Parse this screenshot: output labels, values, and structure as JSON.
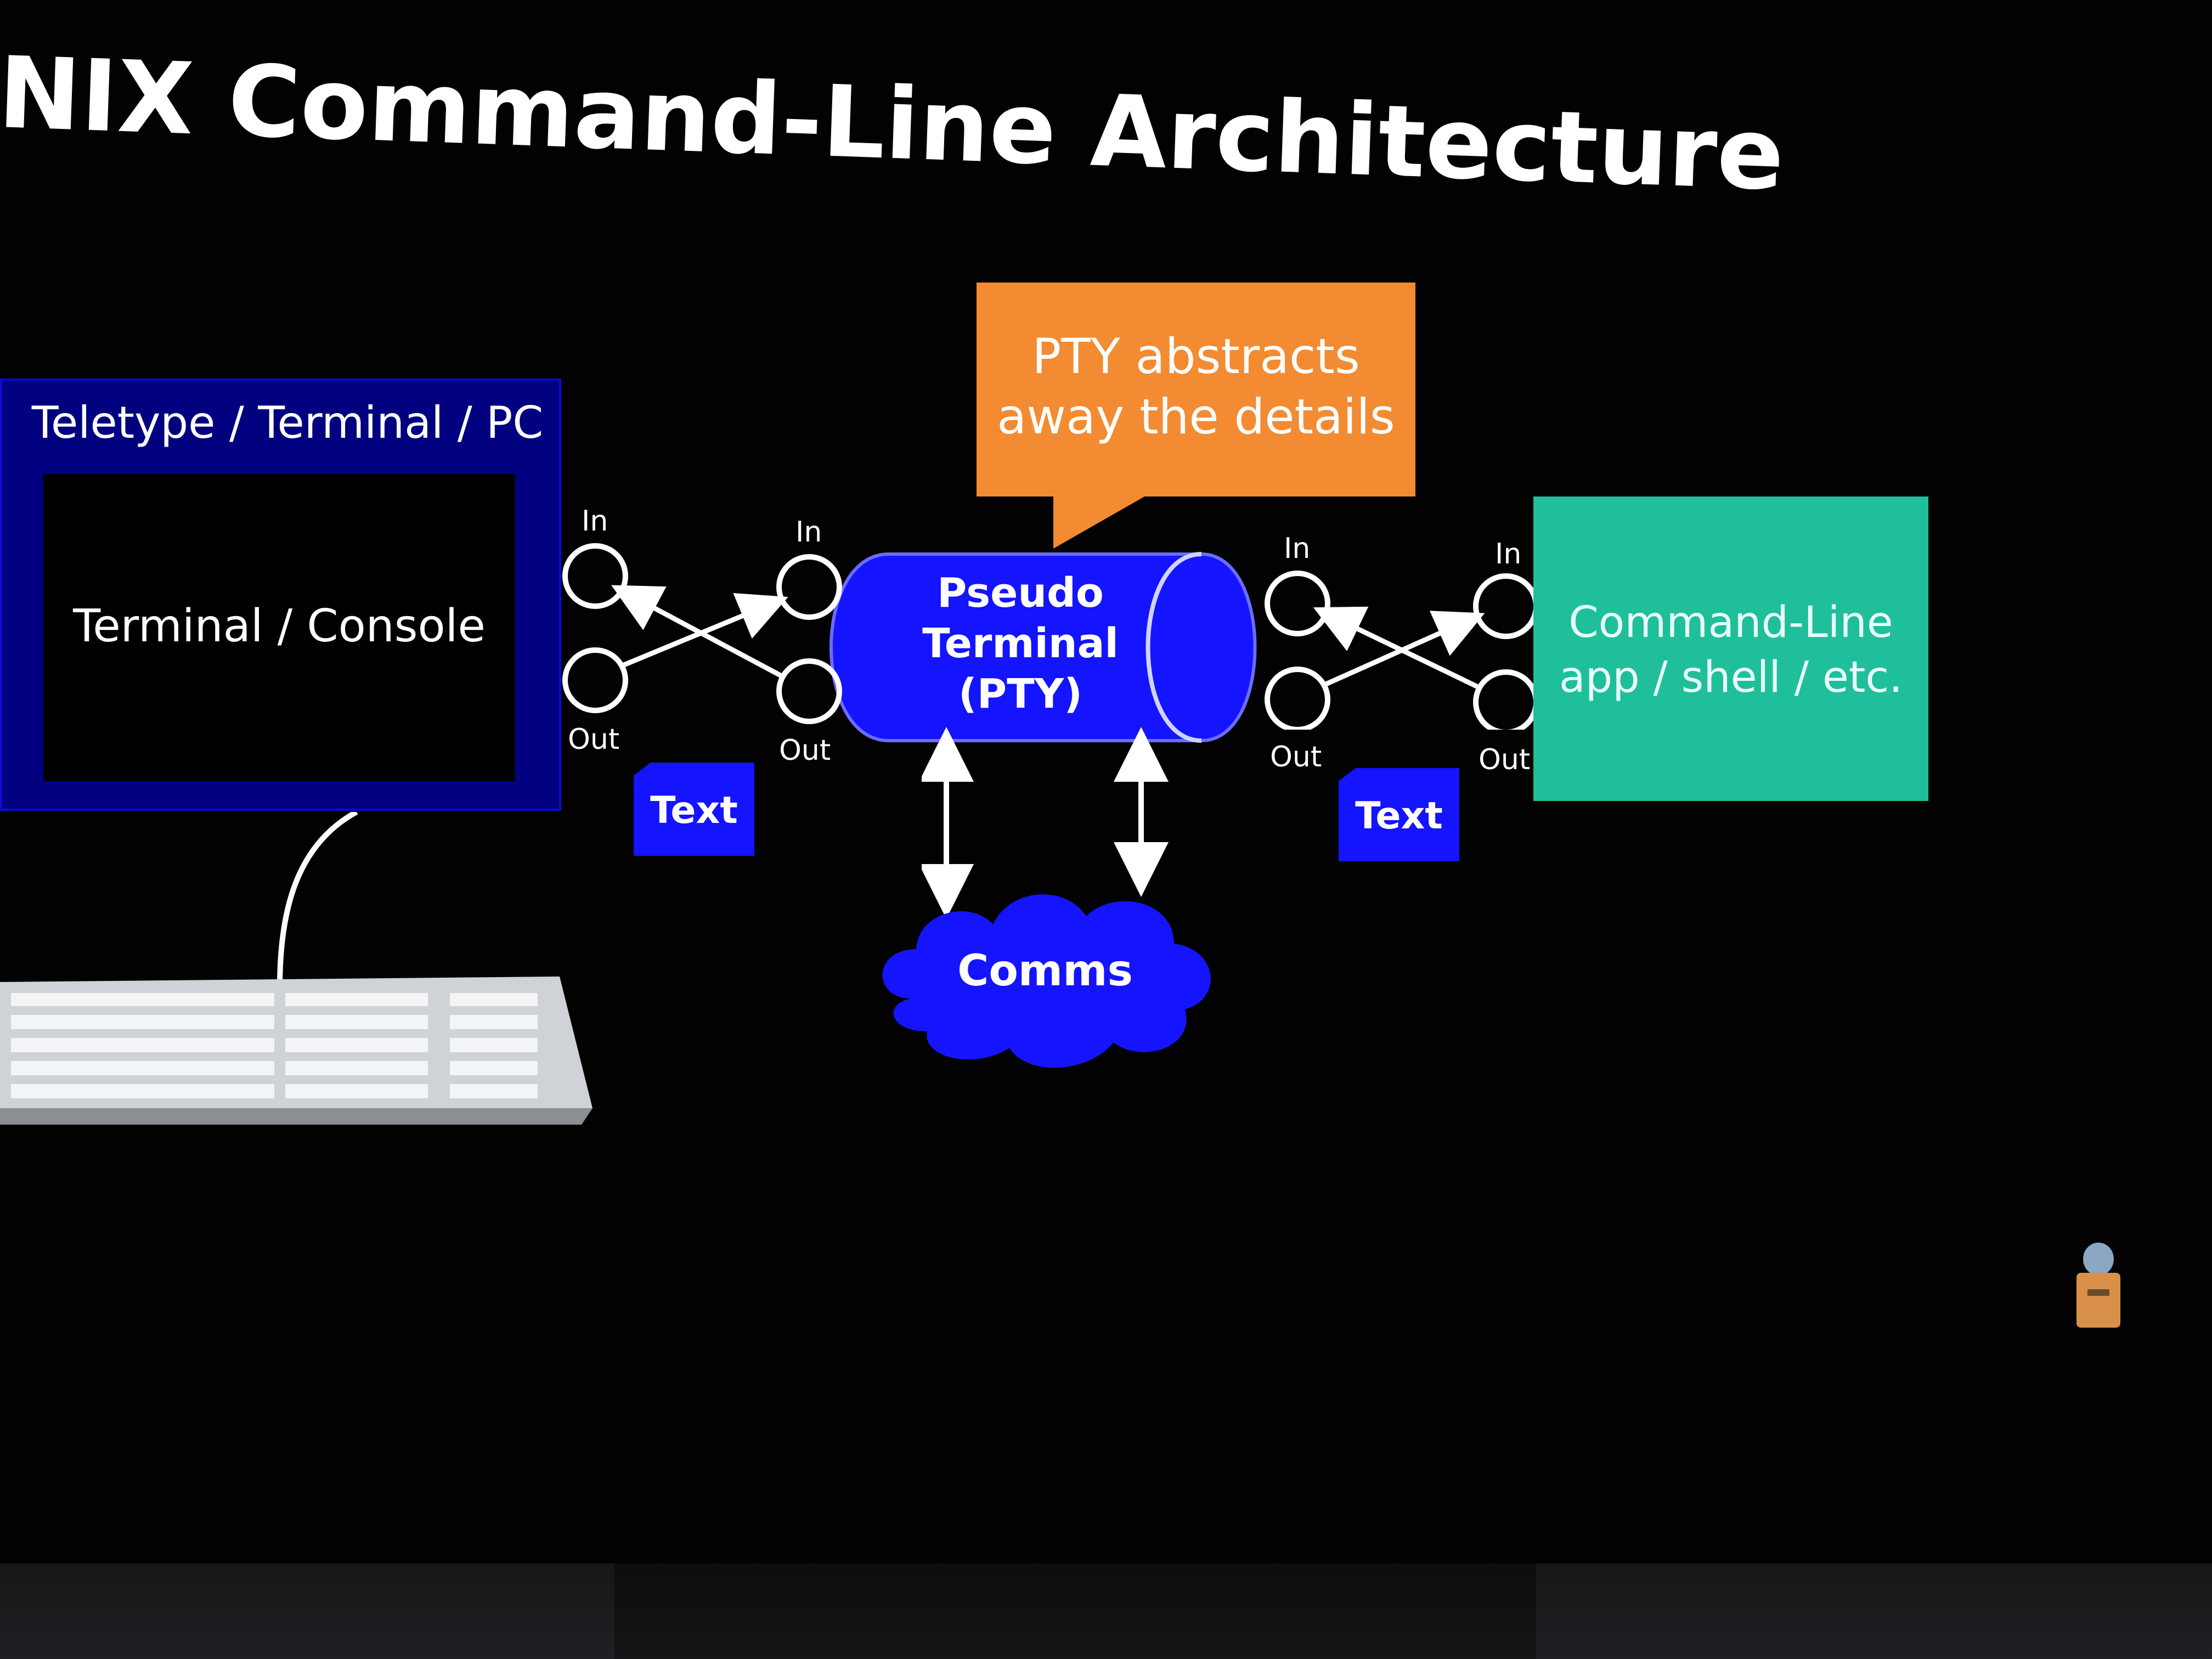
{
  "slide": {
    "title": "NIX Command-Line Architecture",
    "teletype_label": "Teletype / Terminal / PC",
    "console_label": "Terminal / Console",
    "callout_lines": [
      "PTY abstracts",
      "away the details"
    ],
    "pty_lines": [
      "Pseudo",
      "Terminal",
      "(PTY)"
    ],
    "comms_label": "Comms",
    "app_lines": [
      "Command-Line",
      "app / shell / etc."
    ],
    "text_badge_left": "Text",
    "text_badge_right": "Text",
    "ports": {
      "left_in_a": "In",
      "left_out_a": "Out",
      "left_in_b": "In",
      "left_out_b": "Out",
      "right_in_a": "In",
      "right_out_a": "Out",
      "right_in_b": "In",
      "right_out_b": "Out"
    }
  },
  "colors": {
    "teletype_box": "#020280",
    "callout": "#f38b32",
    "pty": "#1414ff",
    "app_box": "#1fbf9b",
    "text_badge": "#1414ff",
    "comms_cloud": "#1414ff"
  },
  "icons": {
    "keyboard": "keyboard-icon",
    "cable": "cable-icon",
    "cloud": "cloud-icon",
    "sticker": "sticker-icon"
  }
}
